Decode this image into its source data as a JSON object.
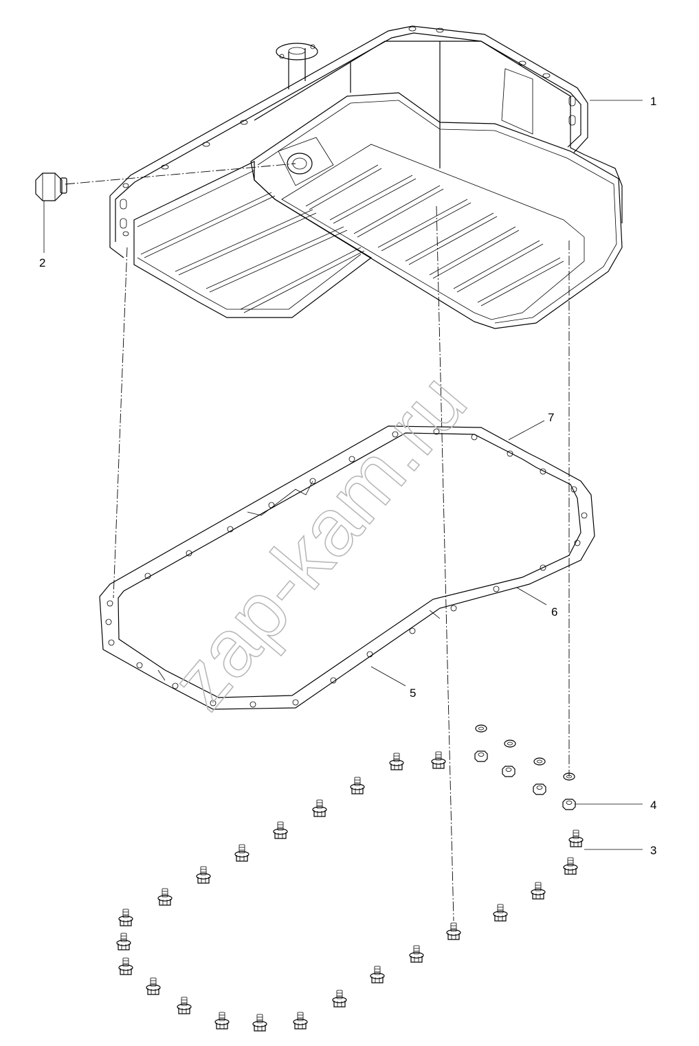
{
  "watermark": "zap-kam.ru",
  "callouts": [
    {
      "id": "1",
      "text": "1"
    },
    {
      "id": "2",
      "text": "2"
    },
    {
      "id": "3",
      "text": "3"
    },
    {
      "id": "4",
      "text": "4"
    },
    {
      "id": "5",
      "text": "5"
    },
    {
      "id": "6",
      "text": "6"
    },
    {
      "id": "7",
      "text": "7"
    }
  ]
}
